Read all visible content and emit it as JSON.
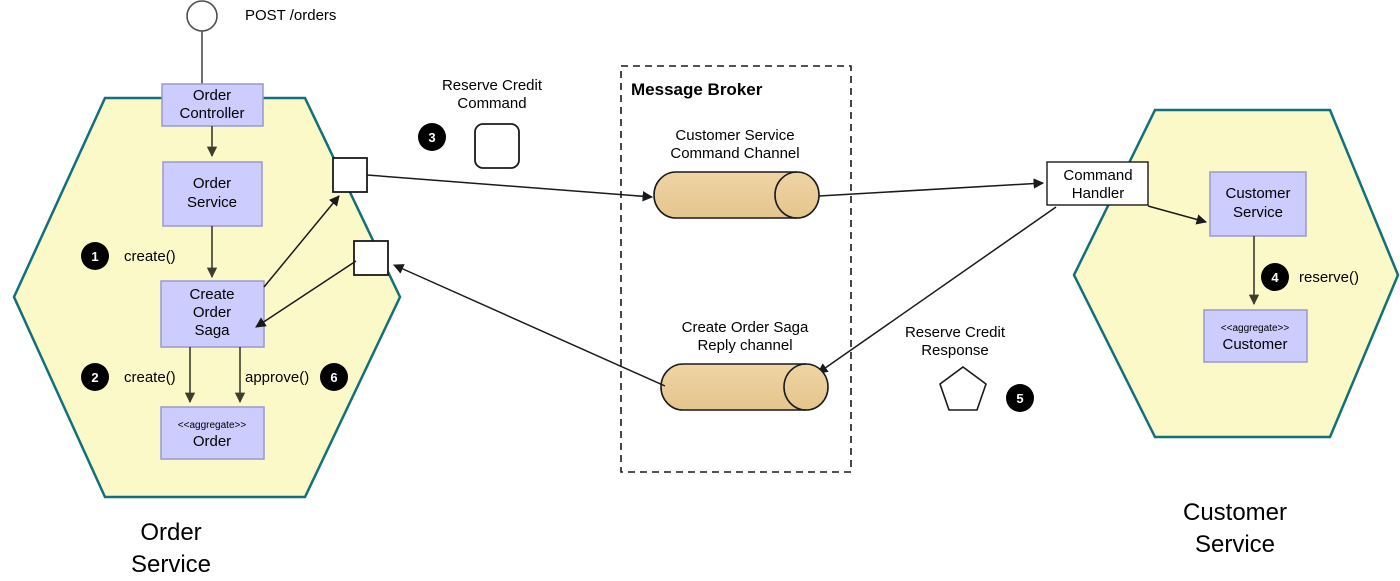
{
  "diagram": {
    "title_not_shown": "",
    "entry_point": {
      "label": "POST /orders"
    },
    "left_service": {
      "caption_line1": "Order",
      "caption_line2": "Service",
      "fill": "#FCF9C8",
      "stroke": "#11707A",
      "nodes": [
        {
          "name": "order-controller",
          "line1": "Order",
          "line2": "Controller"
        },
        {
          "name": "order-service",
          "line1": "Order",
          "line2": "Service"
        },
        {
          "name": "create-order-saga",
          "line1": "Create",
          "line2": "Order",
          "line3": "Saga"
        },
        {
          "name": "order-aggregate",
          "stereotype": "<<aggregate>>",
          "line1": "Order"
        }
      ],
      "operations": [
        {
          "step": "1",
          "label": "create()"
        },
        {
          "step": "2",
          "label": "create()"
        },
        {
          "step": "6",
          "label": "approve()"
        }
      ]
    },
    "right_service": {
      "caption_line1": "Customer",
      "caption_line2": "Service",
      "fill": "#FCF9C8",
      "stroke": "#11707A",
      "nodes": [
        {
          "name": "customer-service",
          "line1": "Customer",
          "line2": "Service"
        },
        {
          "name": "customer-aggregate",
          "stereotype": "<<aggregate>>",
          "line1": "Customer"
        }
      ],
      "operations": [
        {
          "step": "4",
          "label": "reserve()"
        }
      ],
      "command_handler": {
        "line1": "Command",
        "line2": "Handler"
      }
    },
    "broker": {
      "title": "Message Broker",
      "fill": "#EBCC99",
      "channels": [
        {
          "name": "customer-service-command-channel",
          "line1": "Customer Service",
          "line2": "Command Channel"
        },
        {
          "name": "create-order-saga-reply-channel",
          "line1": "Create Order Saga",
          "line2": "Reply channel"
        }
      ]
    },
    "messages": [
      {
        "name": "reserve-credit-command",
        "line1": "Reserve Credit",
        "line2": "Command",
        "step": "3",
        "shape": "rounded-square"
      },
      {
        "name": "reserve-credit-response",
        "line1": "Reserve Credit",
        "line2": "Response",
        "step": "5",
        "shape": "pentagon"
      }
    ],
    "colors": {
      "node_fill": "#CCCCFF",
      "node_stroke": "#9999CC",
      "hex_fill": "#FCF9C8",
      "hex_stroke": "#11707A",
      "channel_fill": "#EBCC99",
      "channel_stroke": "#1A1A1A",
      "badge_fill": "#000000",
      "line": "#333333",
      "white": "#FFFFFF"
    }
  }
}
